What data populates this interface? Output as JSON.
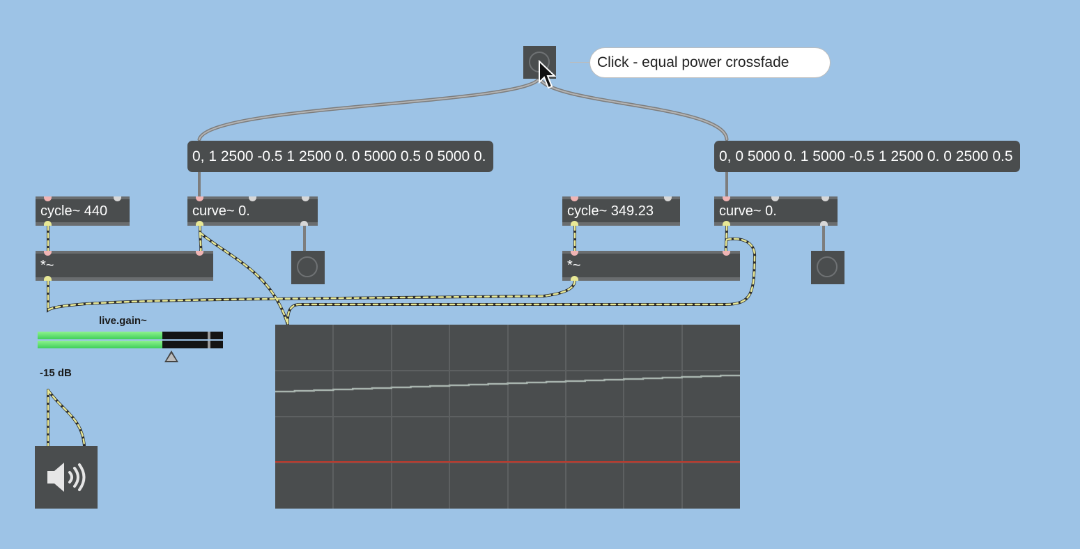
{
  "button_top": {
    "icon": "bang-icon"
  },
  "comment": {
    "text": "Click - equal power crossfade"
  },
  "messages": {
    "left": "0, 1 2500 -0.5 1 2500 0. 0 5000 0.5 0 5000 0.",
    "right": "0, 0 5000 0. 1 5000 -0.5 1 2500 0. 0 2500 0.5"
  },
  "objects": {
    "cycle_left": "cycle~ 440",
    "curve_left": "curve~ 0.",
    "cycle_right": "cycle~ 349.23",
    "curve_right": "curve~ 0.",
    "mult_left": "*~",
    "mult_right": "*~"
  },
  "gain": {
    "title": "live.gain~",
    "value_label": "-15 dB",
    "level": 0.72
  },
  "dac": {
    "icon": "speaker-icon"
  },
  "scope": {
    "grid_cols": 8,
    "grid_rows": 4,
    "trace_color": "#a8b4ae",
    "zero_line_color": "#c0392b"
  },
  "colors": {
    "background": "#9dc3e6",
    "object": "#4a4d4e",
    "signal_cable": "#e8e896"
  }
}
